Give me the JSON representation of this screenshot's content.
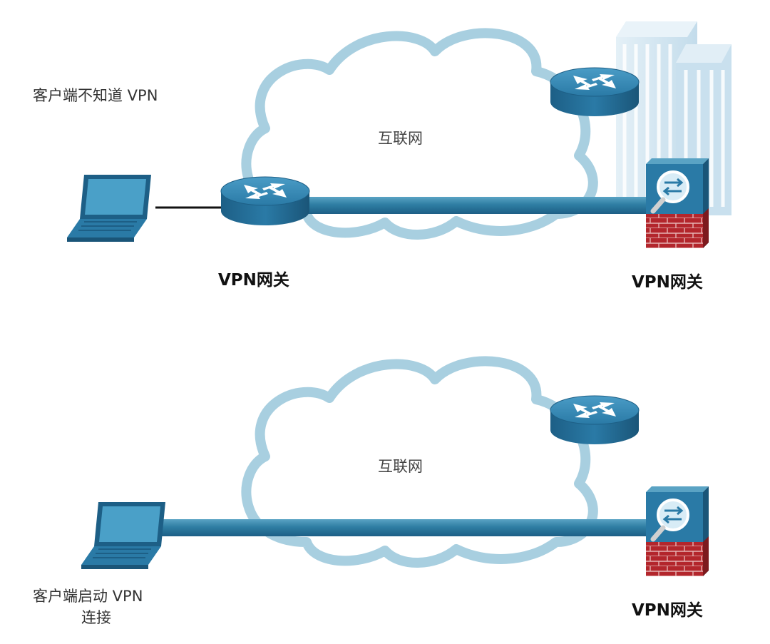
{
  "diagram_top": {
    "note": "客户端不知道 VPN",
    "cloud_label": "互联网",
    "gateway_left_label": "VPN网关",
    "gateway_right_label": "VPN网关"
  },
  "diagram_bottom": {
    "note_line1": "客户端启动 VPN",
    "note_line2": "连接",
    "cloud_label": "互联网",
    "gateway_right_label": "VPN网关"
  },
  "colors": {
    "cloud_fill": "#ffffff",
    "cloud_stroke": "#a8cfe0",
    "tunnel": "#2f7ea3",
    "device_blue": "#2a7aa6",
    "device_dark": "#1d5f86",
    "brick": "#b3262c",
    "building": "#cfe4f0"
  },
  "icons": [
    "laptop-icon",
    "router-icon",
    "firewall-icon",
    "building-icon",
    "cloud-icon"
  ]
}
